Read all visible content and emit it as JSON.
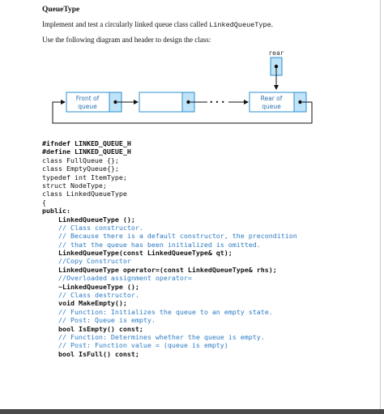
{
  "title": "QueueType",
  "intro": {
    "prefix": "Implement and test a circularly linked queue class called ",
    "class_name": "LinkedQueueType",
    "suffix": "."
  },
  "instruction": "Use the following diagram and header to design the class:",
  "diagram": {
    "rear_label": "rear",
    "front_label_line1": "Front of",
    "front_label_line2": "queue",
    "ellipsis": "• • •",
    "rear_node_line1": "Rear of",
    "rear_node_line2": "queue"
  },
  "code_lines": [
    {
      "text": "#ifndef LINKED_QUEUE_H",
      "style": "kw",
      "indent": 0
    },
    {
      "text": "#define LINKED_QUEUE_H",
      "style": "kw",
      "indent": 0
    },
    {
      "text": "class FullQueue {};",
      "style": "plain",
      "indent": 0
    },
    {
      "text": "class EmptyQueue{};",
      "style": "plain",
      "indent": 0
    },
    {
      "text": "typedef int ItemType;",
      "style": "plain",
      "indent": 0
    },
    {
      "text": "struct NodeType;",
      "style": "plain",
      "indent": 0
    },
    {
      "text": "class LinkedQueueType",
      "style": "plain",
      "indent": 0
    },
    {
      "text": "{",
      "style": "plain",
      "indent": 0
    },
    {
      "text": "public:",
      "style": "kw",
      "indent": 0
    },
    {
      "text": "LinkedQueueType ();",
      "style": "kw",
      "indent": 1
    },
    {
      "text": "// Class constructor.",
      "style": "cm",
      "indent": 1
    },
    {
      "text": "// Because there is a default constructor, the precondition",
      "style": "cm",
      "indent": 1
    },
    {
      "text": "// that the queue has been initialized is omitted.",
      "style": "cm",
      "indent": 1
    },
    {
      "text": "LinkedQueueType(const LinkedQueueType& qt);",
      "style": "kw",
      "indent": 1
    },
    {
      "text": "//Copy Constructor",
      "style": "cm",
      "indent": 1
    },
    {
      "text": "LinkedQueueType operator=(const LinkedQueueType& rhs);",
      "style": "kw",
      "indent": 1
    },
    {
      "text": "//Overloaded assignment operator=",
      "style": "cm",
      "indent": 1
    },
    {
      "text": "~LinkedQueueType ();",
      "style": "kw",
      "indent": 1
    },
    {
      "text": "// Class destructor.",
      "style": "cm",
      "indent": 1
    },
    {
      "text": "void MakeEmpty();",
      "style": "kw",
      "indent": 1
    },
    {
      "text": "// Function: Initializes the queue to an empty state.",
      "style": "cm",
      "indent": 1
    },
    {
      "text": "// Post: Queue is empty.",
      "style": "cm",
      "indent": 1
    },
    {
      "text": "bool IsEmpty() const;",
      "style": "kw",
      "indent": 1
    },
    {
      "text": "// Function: Determines whether the queue is empty.",
      "style": "cm",
      "indent": 1
    },
    {
      "text": "// Post: Function value = (queue is empty)",
      "style": "cm",
      "indent": 1
    },
    {
      "text": "bool IsFull() const;",
      "style": "kw",
      "indent": 1
    }
  ],
  "colors": {
    "node_blue": "#bfe3f7",
    "node_border": "#2a8fd0",
    "comment": "#2d7bc4",
    "background": "#4a4a4a"
  }
}
